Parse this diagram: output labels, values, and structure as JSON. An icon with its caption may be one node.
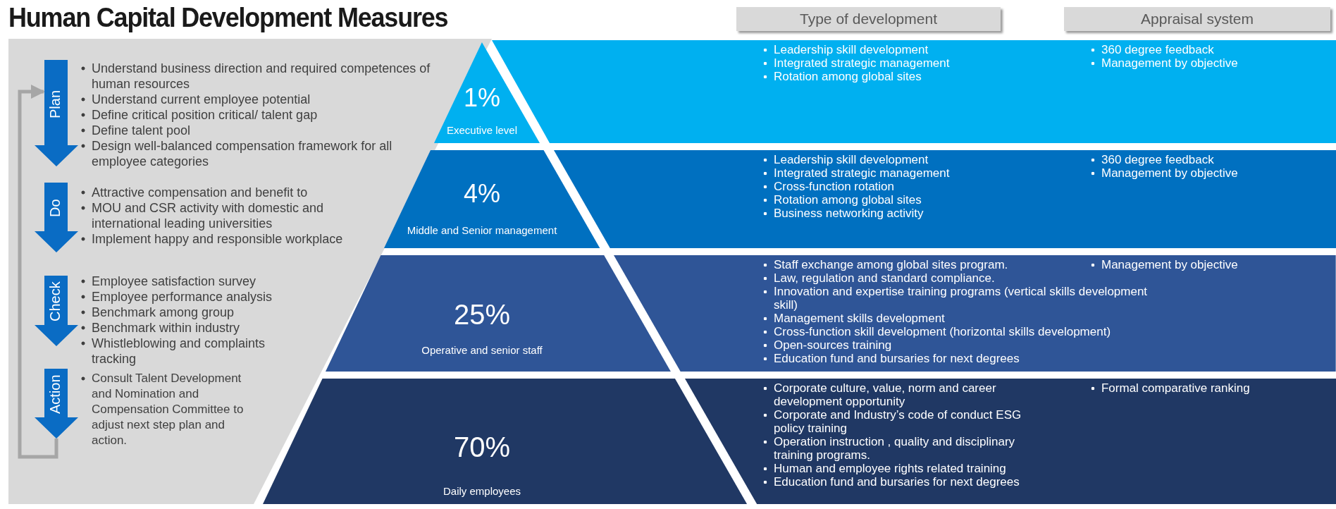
{
  "diagram": {
    "title": "Human Capital Development Measures",
    "nodes": [
      {
        "text": [
          "Plan"
        ],
        "beside": [
          "Understand business direction and required competences of human resources",
          "Understand current employee potential",
          "Define critical position critical/ talent gap",
          "Define talent pool",
          "Design well-balanced compensation framework for all employee categories"
        ]
      },
      {
        "text": [
          "Do"
        ],
        "beside": [
          "Attractive compensation and benefit to",
          "MOU and CSR activity with domestic and international leading universities",
          "Implement happy and responsible workplace"
        ]
      },
      {
        "text": [
          "Check"
        ],
        "beside": [
          "Employee satisfaction survey",
          "Employee performance analysis",
          "Benchmark among group",
          "Benchmark within industry",
          "Whistleblowing and complaints tracking"
        ]
      },
      {
        "text": [
          "Action"
        ],
        "beside": [
          "Consult Talent Development and Nomination and Compensation Committee to adjust next step plan and action."
        ]
      },
      {
        "text": [
          "Type of development"
        ]
      },
      {
        "text": [
          "Appraisal system"
        ]
      },
      {
        "text": [
          "1%",
          "Executive level"
        ]
      },
      {
        "text": [
          "Leadership skill development",
          "Integrated strategic management",
          "Rotation among global sites",
          "360 degree feedback",
          "Management by objective"
        ]
      },
      {
        "text": [
          "4%",
          "Middle and Senior management"
        ]
      },
      {
        "text": [
          "Leadership skill development",
          "Integrated strategic management",
          "Cross-function rotation",
          "Rotation among global sites",
          "Business networking activity",
          "360 degree feedback",
          "Management by objective"
        ]
      },
      {
        "text": [
          "25%",
          "Operative and senior staff"
        ]
      },
      {
        "text": [
          "Staff exchange among global sites program.",
          "Law, regulation and standard compliance.",
          "Innovation and expertise training programs (vertical skills development skill)",
          "Management skills development",
          "Cross-function skill development (horizontal skills development)",
          "Open-sources training",
          "Education fund and bursaries for next degrees",
          "Management by objective"
        ]
      },
      {
        "text": [
          "70%",
          "Daily employees"
        ]
      },
      {
        "text": [
          "Corporate culture, value, norm and career development opportunity",
          "Corporate and Industry’s code of conduct ESG policy training",
          "Operation instruction , quality and disciplinary training programs.",
          "Human and employee rights related training",
          "Education fund and bursaries for next degrees",
          "Formal comparative ranking"
        ]
      }
    ],
    "edges": [
      {
        "from": 3,
        "to": 0,
        "arrow": "to"
      }
    ]
  }
}
